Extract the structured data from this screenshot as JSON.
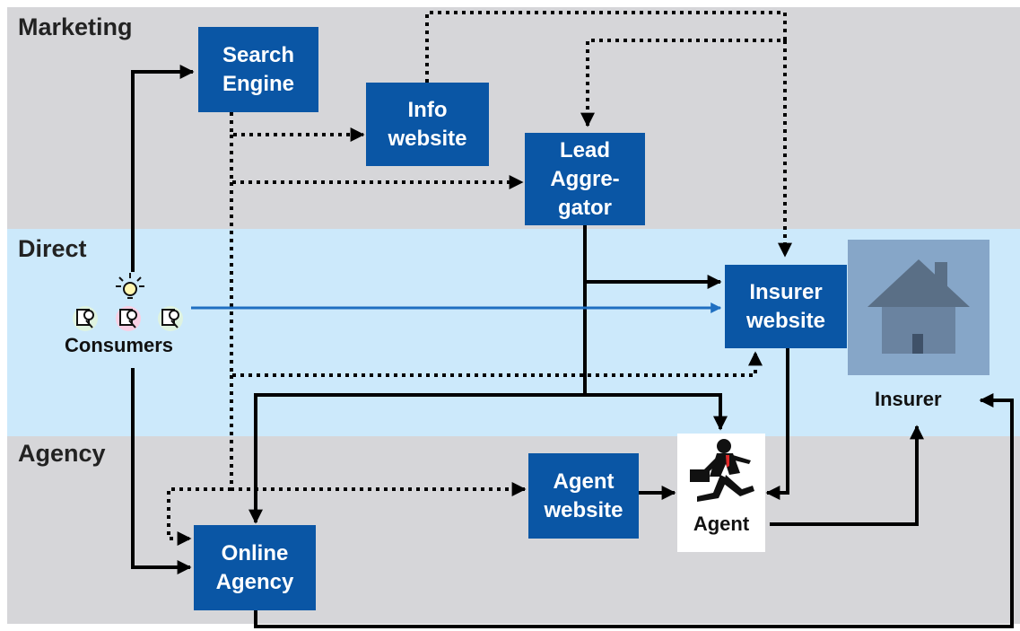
{
  "bands": {
    "marketing": "Marketing",
    "direct": "Direct",
    "agency": "Agency"
  },
  "nodes": {
    "search_engine": "Search\nEngine",
    "info_website": "Info\nwebsite",
    "lead_aggregator": "Lead\nAggre-\ngator",
    "insurer_website": "Insurer\nwebsite",
    "agent_website": "Agent\nwebsite",
    "online_agency": "Online\nAgency"
  },
  "labels": {
    "consumers": "Consumers",
    "insurer": "Insurer",
    "agent": "Agent"
  },
  "colors": {
    "marketing_band": "#d6d6d9",
    "direct_band": "#cce9fb",
    "agency_band": "#d6d6d9",
    "box": "#0a56a5",
    "consumer_arrow": "#1f6fc1",
    "house_bg": "#86a6c8"
  },
  "icons": [
    "lightbulb-icon",
    "consumer-icon",
    "house-icon",
    "running-businessman-icon"
  ]
}
